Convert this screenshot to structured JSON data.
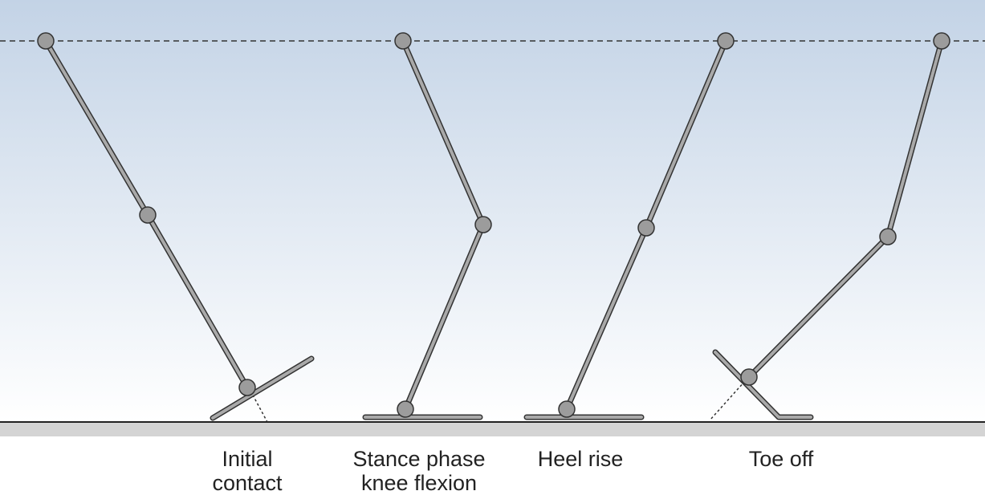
{
  "colors": {
    "sky_top": "#c3d3e6",
    "sky_bottom": "#ffffff",
    "ground": "#d4d4d4",
    "ground_line": "#222222",
    "limb_fill": "#a9a9a9",
    "limb_outline": "#333333",
    "joint_fill": "#9c9c9c",
    "dashed_line": "#333333",
    "text": "#222222"
  },
  "phases": [
    {
      "id": "initial-contact",
      "label_lines": [
        "Initial",
        "contact"
      ]
    },
    {
      "id": "stance-phase-knee-flexion",
      "label_lines": [
        "Stance phase",
        "knee flexion"
      ]
    },
    {
      "id": "heel-rise",
      "label_lines": [
        "Heel rise"
      ]
    },
    {
      "id": "toe-off",
      "label_lines": [
        "Toe off"
      ]
    }
  ]
}
